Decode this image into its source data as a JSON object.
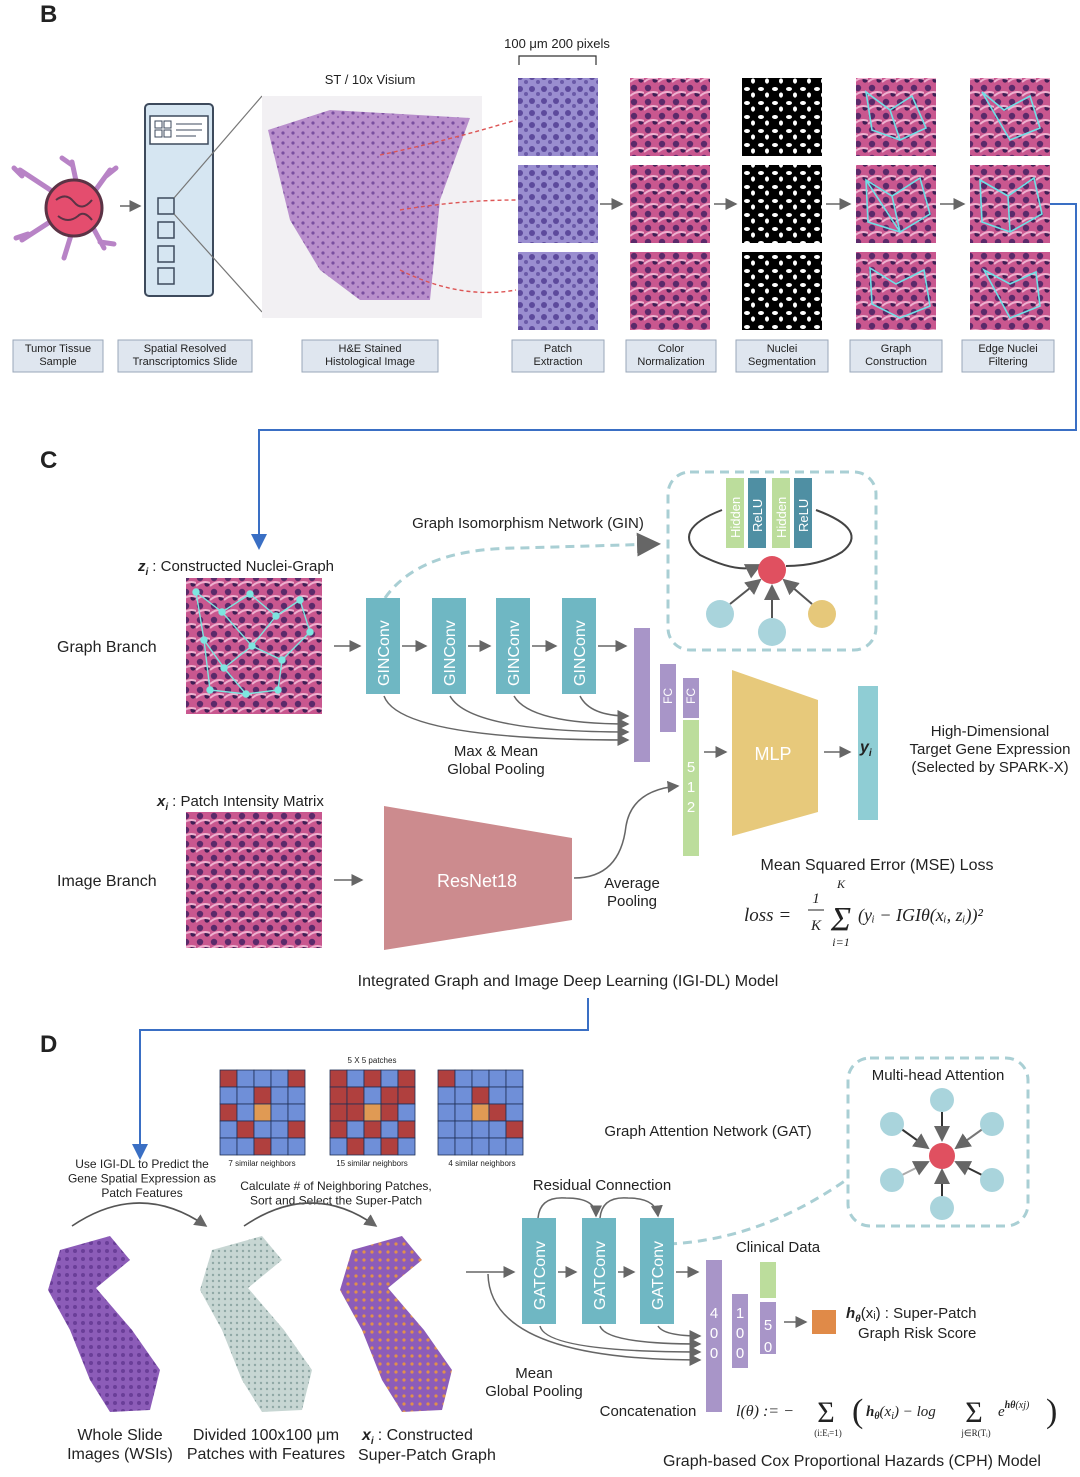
{
  "panels": {
    "b": "B",
    "c": "C",
    "d": "D"
  },
  "panel_b": {
    "scale_label": "100 μm 200 pixels",
    "st_label": "ST / 10x Visium",
    "steps": [
      "Tumor Tissue\nSample",
      "Spatial Resolved\nTranscriptomics Slide",
      "H&E Stained\nHistological Image",
      "Patch\nExtraction",
      "Color\nNormalization",
      "Nuclei\nSegmentation",
      "Graph\nConstruction",
      "Edge Nuclei\nFiltering"
    ]
  },
  "panel_c": {
    "gin_label": "Graph Isomorphism Network (GIN)",
    "zi_label": "z",
    "zi_sub": "i",
    "zi_text": ": Constructed Nuclei-Graph",
    "graph_branch": "Graph Branch",
    "image_branch": "Image Branch",
    "ginconv": [
      "GINConv",
      "GINConv",
      "GINConv",
      "GINConv"
    ],
    "mlp_blocks": [
      "Hidden",
      "ReLU",
      "Hidden",
      "ReLU"
    ],
    "fc1": "FC",
    "fc2": "FC",
    "pool_label": "Max & Mean\nGlobal Pooling",
    "xi_label": "x",
    "xi_sub": "i",
    "xi_text": ": Patch Intensity Matrix",
    "resnet": "ResNet18",
    "avg_pool": "Average\nPooling",
    "vec512": "512",
    "mlp": "MLP",
    "yi": "y",
    "yi_sub": "i",
    "target_label": "High-Dimensional\nTarget Gene Expression\n(Selected by SPARK-X)",
    "mse_title": "Mean Squared Error (MSE) Loss",
    "loss_lhs": "loss =",
    "loss_frac_num": "1",
    "loss_frac_den": "K",
    "loss_sum_top": "K",
    "loss_sum_bot": "i=1",
    "loss_body": "(yᵢ − IGIθ(xᵢ, zᵢ))²",
    "model_caption": "Integrated Graph and Image Deep Learning (IGI-DL) Model"
  },
  "panel_d": {
    "patches_title": "5 X 5 patches",
    "neighbors": [
      "7 similar neighbors",
      "15 similar neighbors",
      "4 similar neighbors"
    ],
    "use_igi": "Use IGI-DL to Predict the\nGene Spatial Expression as\nPatch Features",
    "calc_label": "Calculate # of Neighboring Patches,\nSort and Select the Super-Patch",
    "mha": "Multi-head Attention",
    "gat_label": "Graph Attention Network (GAT)",
    "residual": "Residual  Connection",
    "gatconv": [
      "GATConv",
      "GATConv",
      "GATConv"
    ],
    "clinical": "Clinical Data",
    "vec400": "400",
    "vec100": "100",
    "vec50": "50",
    "h_label": "h",
    "h_text": "(xᵢ) : Super-Patch\nGraph Risk Score",
    "mean_pool": "Mean\nGlobal Pooling",
    "concat": "Concatenation",
    "cph_formula": "l(θ) := − Σ ( hθ(xᵢ) − log Σ e^hθ(xⱼ) )",
    "cph_sub1": "(i:Eᵢ=1)",
    "cph_sub2": "j∈R(Tᵢ)",
    "wsi": "Whole Slide\nImages (WSIs)",
    "divided": "Divided 100x100 μm\nPatches with Features",
    "xi_d": "x",
    "xi_d_sub": "i",
    "xi_d_text": ": Constructed\nSuper-Patch Graph",
    "cph_caption": "Graph-based Cox Proportional Hazards (CPH) Model"
  }
}
